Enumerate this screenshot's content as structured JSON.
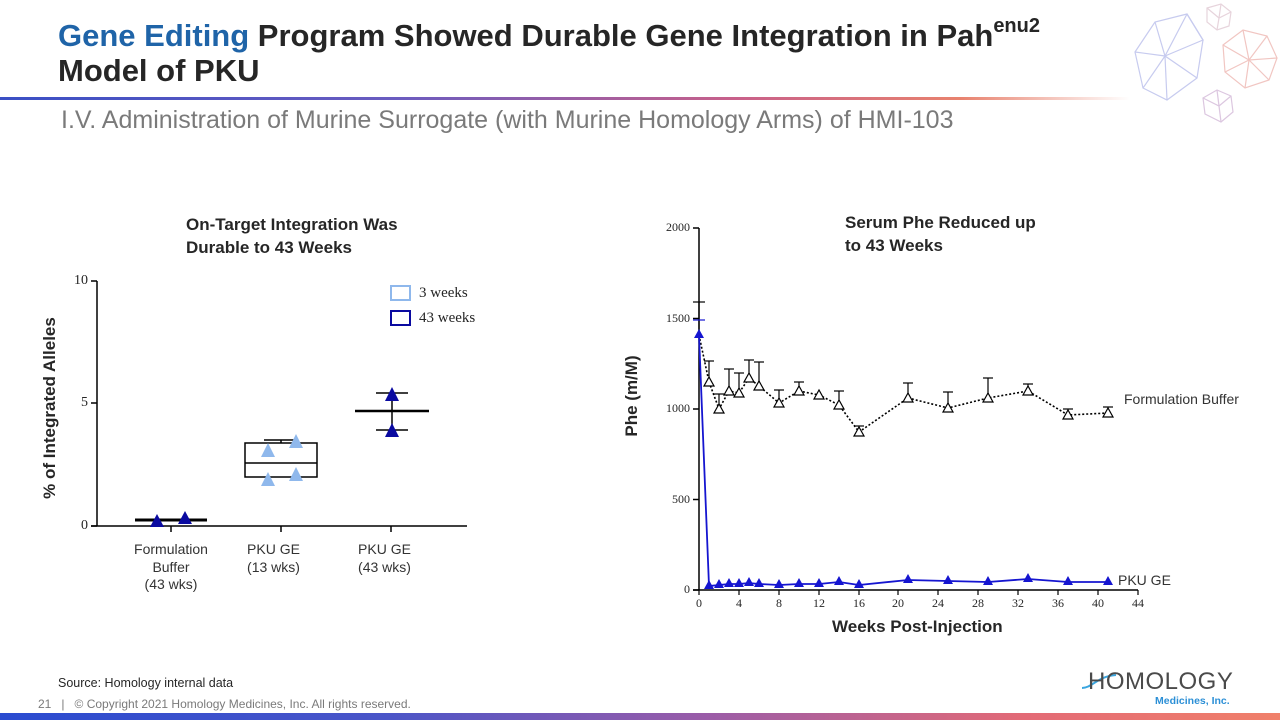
{
  "header": {
    "title_accent": "Gene Editing",
    "title_rest": " Program Showed Durable Gene Integration in Pah",
    "title_sup": "enu2",
    "title_line2": "Model of PKU",
    "subtitle": "I.V. Administration of Murine Surrogate (with Murine Homology Arms) of HMI-103",
    "accent_color": "#1f64a8"
  },
  "footer": {
    "source": "Source: Homology internal data",
    "page_number": "21",
    "separator": "|",
    "copyright": "© Copyright 2021 Homology Medicines, Inc. All rights reserved."
  },
  "logo": {
    "name": "HOMOLOGY",
    "subtitle": "Medicines, Inc."
  },
  "chart_data": [
    {
      "type": "scatter",
      "title": "On-Target Integration Was Durable to 43 Weeks",
      "title_line1": "On-Target Integration Was",
      "title_line2": "Durable to 43 Weeks",
      "xlabel": "",
      "ylabel": "% of Integrated Alleles",
      "ylim": [
        0,
        10
      ],
      "yticks": [
        "0",
        "5",
        "10"
      ],
      "categories": [
        "Formulation Buffer (43 wks)",
        "PKU GE (13 wks)",
        "PKU GE (43 wks)"
      ],
      "category_lines": [
        [
          "Formulation",
          "Buffer",
          "(43 wks)"
        ],
        [
          "PKU GE",
          "(13 wks)"
        ],
        [
          "PKU GE",
          "(43 wks)"
        ]
      ],
      "legend": [
        {
          "label": "3 weeks",
          "color": "#8fb8ec"
        },
        {
          "label": "43 weeks",
          "color": "#0a0aa0"
        }
      ],
      "legend_position": "upper right",
      "grid": false,
      "series": [
        {
          "category": "Formulation Buffer (43 wks)",
          "group": "43 weeks",
          "points": [
            0.15,
            0.3
          ],
          "mean": 0.22
        },
        {
          "category": "PKU GE (13 wks)",
          "group": "3 weeks",
          "points": [
            1.95,
            3.05,
            3.45,
            2.05
          ],
          "box": {
            "min": 2.0,
            "q1": 2.0,
            "median": 2.55,
            "q3": 3.35,
            "max": 3.45
          }
        },
        {
          "category": "PKU GE (43 wks)",
          "group": "43 weeks",
          "points": [
            5.3,
            3.9
          ],
          "mean": 4.65,
          "error": [
            3.9,
            5.35
          ]
        }
      ]
    },
    {
      "type": "line",
      "title": "Serum Phe Reduced up to 43 Weeks",
      "title_line1": "Serum Phe Reduced up",
      "title_line2": "to 43 Weeks",
      "xlabel": "Weeks Post-Injection",
      "ylabel": "Phe (m/M)",
      "xlim": [
        0,
        44
      ],
      "ylim": [
        0,
        2000
      ],
      "xticks": [
        "0",
        "4",
        "8",
        "12",
        "16",
        "20",
        "24",
        "28",
        "32",
        "36",
        "40",
        "44"
      ],
      "yticks": [
        "0",
        "500",
        "1000",
        "1500",
        "2000"
      ],
      "grid": false,
      "x": [
        0,
        1,
        2,
        3,
        4,
        5,
        6,
        8,
        10,
        12,
        14,
        16,
        21,
        25,
        29,
        33,
        37,
        41
      ],
      "series": [
        {
          "name": "Formulation Buffer",
          "style": "dotted, open triangles",
          "color": "#000000",
          "values": [
            1410,
            1150,
            1000,
            1100,
            1090,
            1170,
            1130,
            1030,
            1100,
            1075,
            1020,
            875,
            1060,
            1005,
            1060,
            1100,
            965,
            975
          ],
          "error_upper": [
            1590,
            1260,
            1080,
            1220,
            1200,
            1270,
            1260,
            1105,
            1145,
            1075,
            1100,
            905,
            1140,
            1095,
            1170,
            1140,
            1000,
            1010
          ]
        },
        {
          "name": "PKU GE",
          "style": "solid, filled triangles",
          "color": "#1515d0",
          "values": [
            1410,
            20,
            30,
            33,
            33,
            37,
            35,
            30,
            33,
            35,
            45,
            30,
            55,
            50,
            45,
            62,
            45,
            45
          ],
          "error_upper": [
            1490,
            null,
            null,
            null,
            null,
            null,
            null,
            null,
            null,
            null,
            null,
            null,
            null,
            null,
            null,
            null,
            null,
            null
          ]
        }
      ],
      "annotations": [
        {
          "text": "Formulation Buffer",
          "x": 42,
          "y": 1000
        },
        {
          "text": "PKU GE",
          "x": 42,
          "y": 55
        }
      ]
    }
  ]
}
